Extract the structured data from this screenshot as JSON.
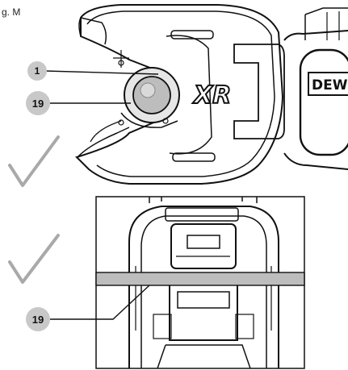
{
  "figure": {
    "label": "g. M"
  },
  "callouts": [
    {
      "id": "1",
      "text": "1"
    },
    {
      "id": "19a",
      "text": "19"
    },
    {
      "id": "19b",
      "text": "19"
    }
  ],
  "tool": {
    "badge_text": "XR",
    "brand_text": "DEW"
  },
  "marks": {
    "check_1": "correct-check-icon",
    "check_2": "correct-check-icon"
  }
}
